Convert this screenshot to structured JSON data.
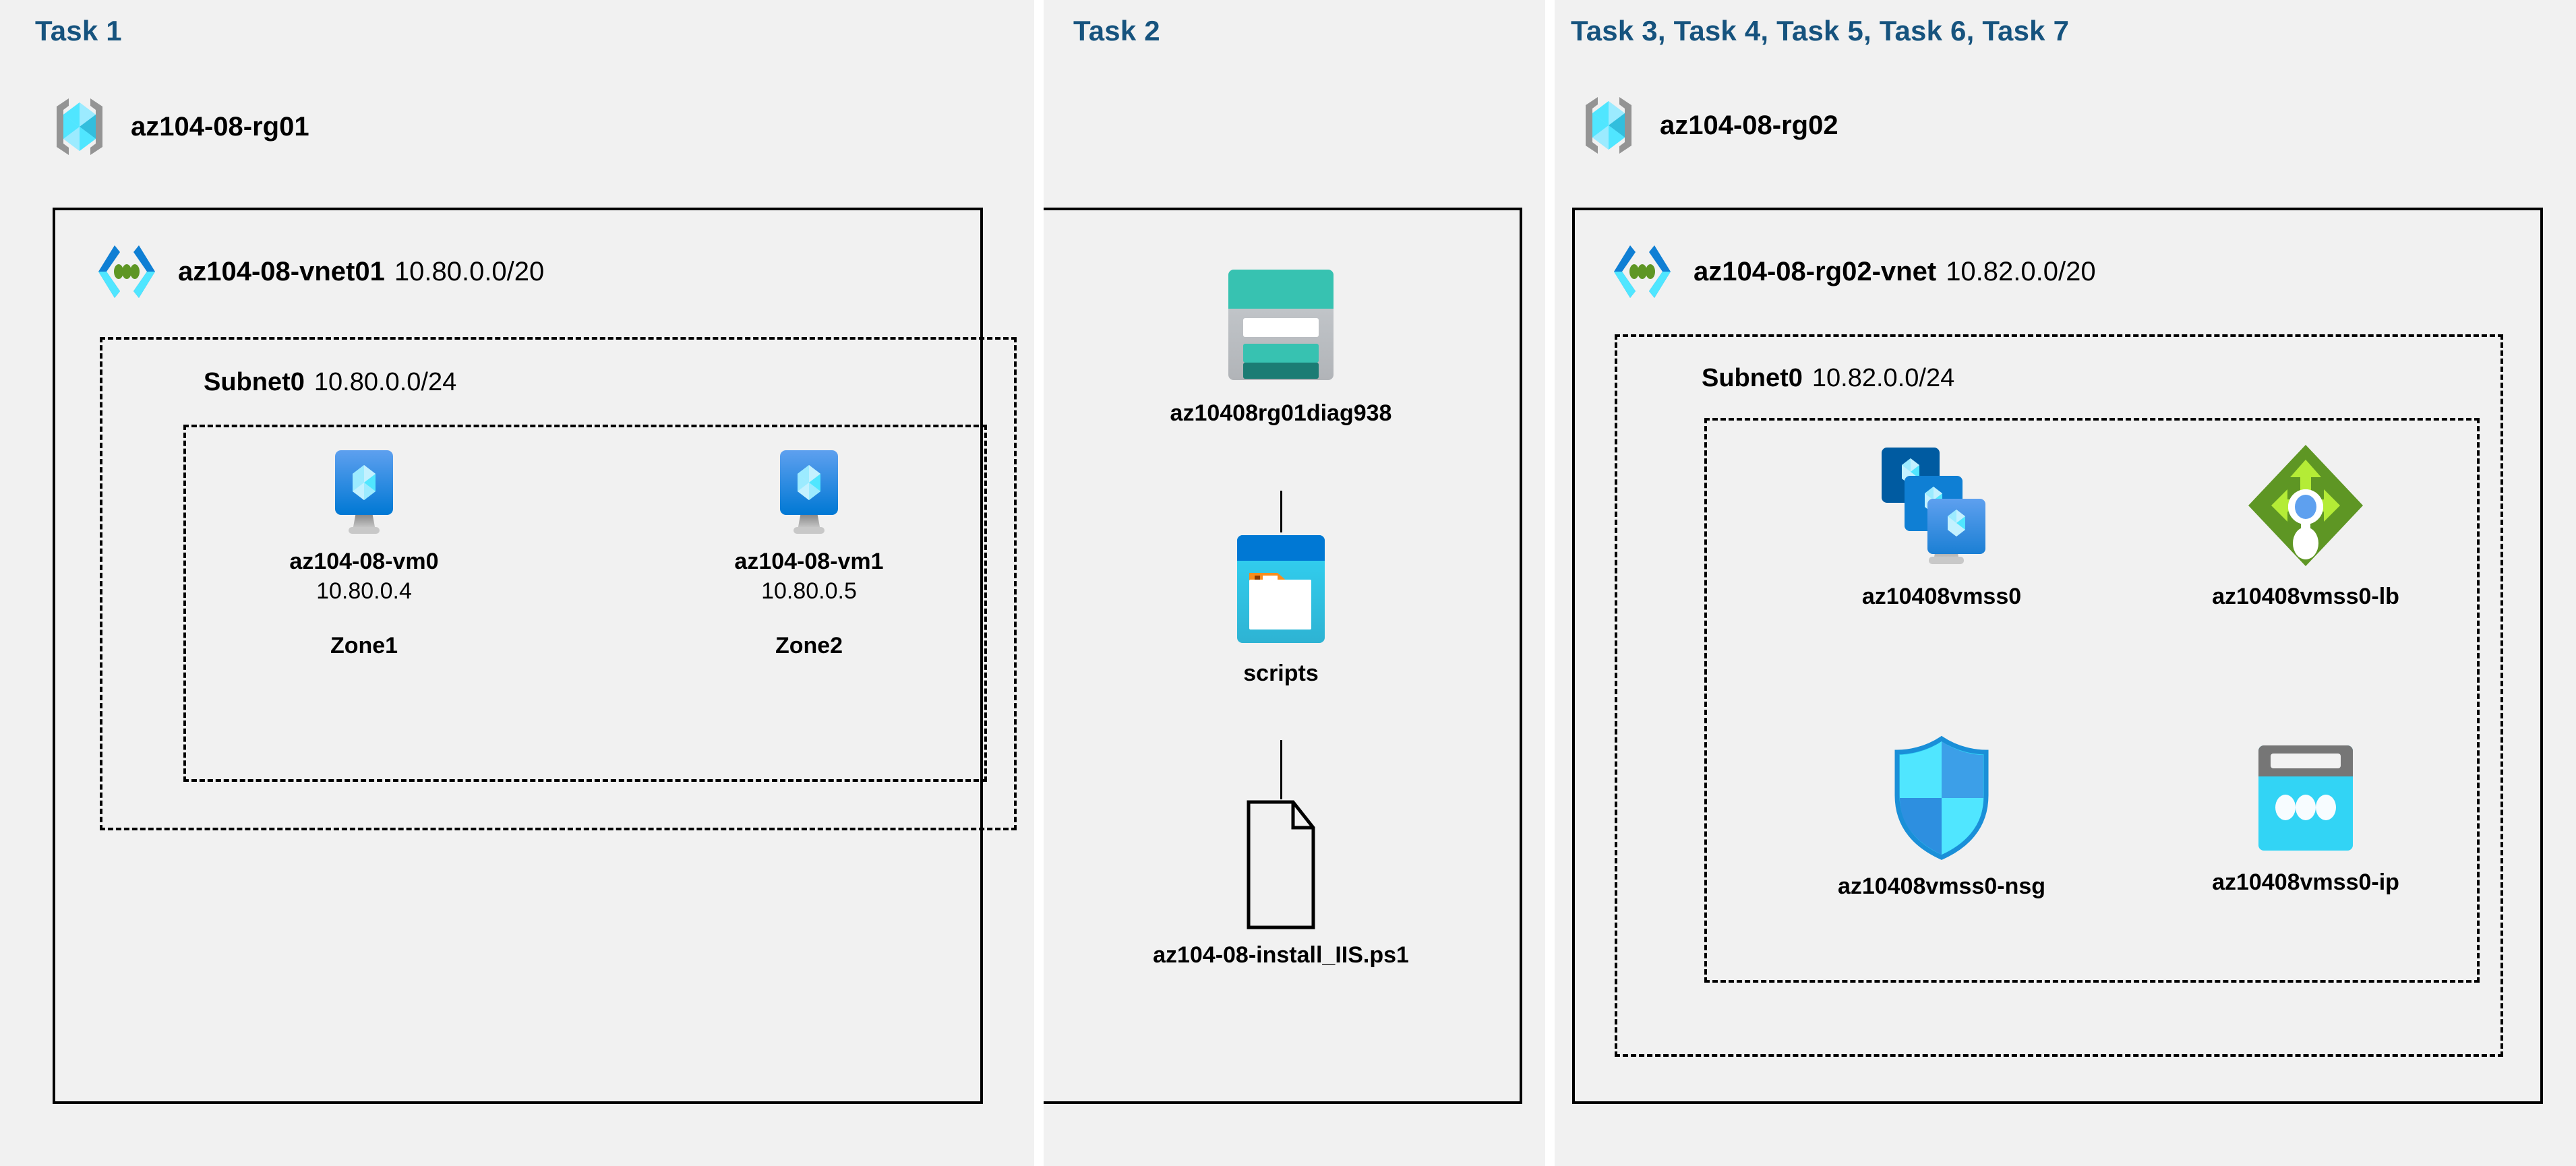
{
  "diagram": {
    "background_color": "#ffffff",
    "panel_color": "#f1f1f1",
    "task_title_color": "#16537e",
    "line_color": "#000000"
  },
  "panels": [
    {
      "id": "task1",
      "title": "Task 1",
      "resource_group": {
        "name": "az104-08-rg01",
        "icon": "resource-group-icon"
      },
      "vnet": {
        "name": "az104-08-vnet01",
        "cidr": "10.80.0.0/20",
        "icon": "virtual-network-icon"
      },
      "subnet": {
        "name": "Subnet0",
        "cidr": "10.80.0.0/24"
      },
      "vms": [
        {
          "name": "az104-08-vm0",
          "ip": "10.80.0.4",
          "zone": "Zone1",
          "icon": "virtual-machine-icon"
        },
        {
          "name": "az104-08-vm1",
          "ip": "10.80.0.5",
          "zone": "Zone2",
          "icon": "virtual-machine-icon"
        }
      ]
    },
    {
      "id": "task2",
      "title": "Task 2",
      "items": [
        {
          "name": "az10408rg01diag938",
          "icon": "storage-account-icon"
        },
        {
          "name": "scripts",
          "icon": "blob-container-icon"
        },
        {
          "name": "az104-08-install_IIS.ps1",
          "icon": "file-icon"
        }
      ]
    },
    {
      "id": "task3to7",
      "title": "Task 3, Task 4, Task 5, Task 6, Task 7",
      "resource_group": {
        "name": "az104-08-rg02",
        "icon": "resource-group-icon"
      },
      "vnet": {
        "name": "az104-08-rg02-vnet",
        "cidr": "10.82.0.0/20",
        "icon": "virtual-network-icon"
      },
      "subnet": {
        "name": "Subnet0",
        "cidr": "10.82.0.0/24"
      },
      "resources": [
        {
          "name": "az10408vmss0",
          "icon": "vm-scale-set-icon"
        },
        {
          "name": "az10408vmss0-lb",
          "icon": "load-balancer-icon"
        },
        {
          "name": "az10408vmss0-nsg",
          "icon": "network-security-group-icon"
        },
        {
          "name": "az10408vmss0-ip",
          "icon": "public-ip-address-icon"
        }
      ]
    }
  ]
}
